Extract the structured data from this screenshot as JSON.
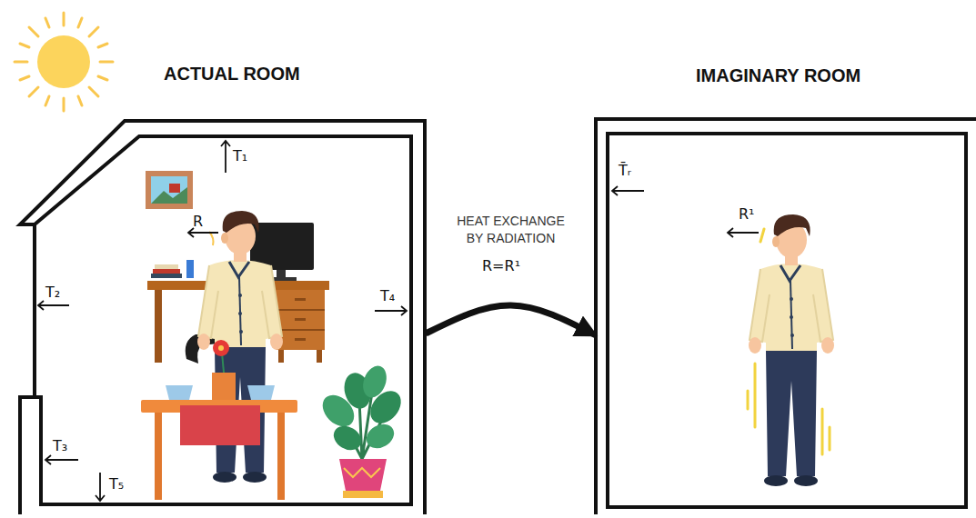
{
  "diagram": {
    "nodes": [
      {
        "text": [
          "ACTUAL ROOM"
        ]
      },
      {
        "text": [
          "IMAGINARY ROOM"
        ]
      }
    ],
    "edges": [
      {
        "from": 0,
        "to": 1,
        "label": "HEAT EXCHANGE BY RADIATION",
        "arrow": "to"
      }
    ],
    "labels": [
      "T₁",
      "R",
      "T₂",
      "T₄",
      "T₃",
      "T₅",
      "T̄ᵣ",
      "R¹",
      "R=R¹"
    ]
  }
}
